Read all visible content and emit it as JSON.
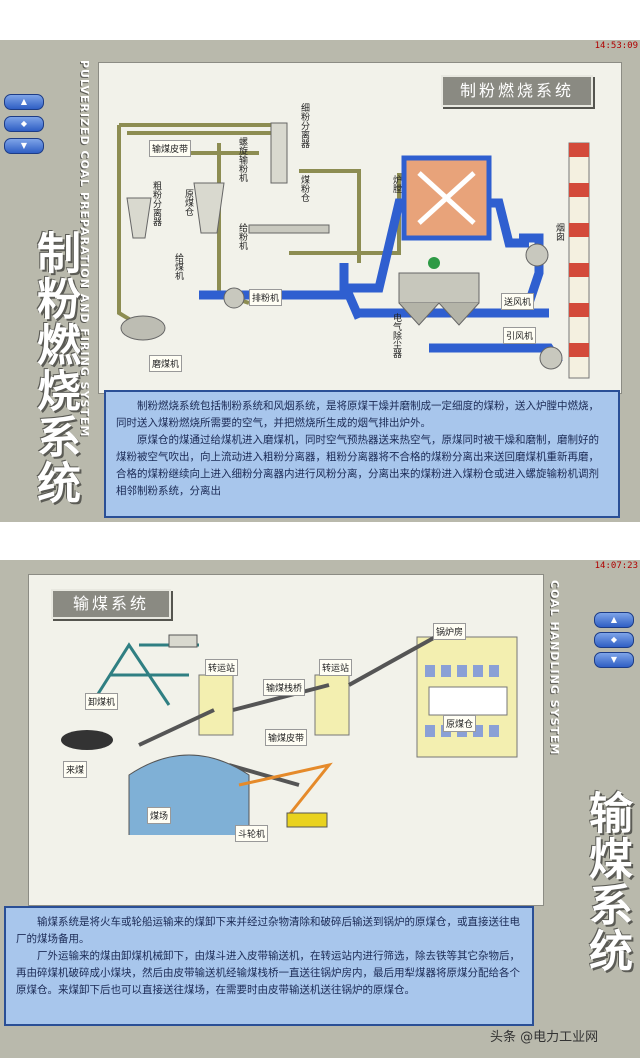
{
  "panel1": {
    "time": "14:53:09",
    "title": "制粉燃烧系统",
    "vertical_title": "制粉燃烧系统",
    "vertical_subtitle": "PULVERIZED COAL PREPARATION AND FIRING SYSTEM",
    "labels": {
      "coal_belt": "输煤皮带",
      "coarse_separator": "粗粉分离器",
      "raw_bunker": "原煤仓",
      "spiral_conveyor": "螺旋输粉机",
      "fine_separator": "细粉分离器",
      "pulverized_bin": "煤粉仓",
      "furnace": "炉膛",
      "feeder": "给煤机",
      "powder_feeder": "给粉机",
      "exhauster": "排粉机",
      "mill": "磨煤机",
      "forced_fan": "送风机",
      "precipitator": "电气除尘器",
      "induced_fan": "引风机",
      "chimney": "烟囱"
    },
    "paragraphs": [
      "制粉燃烧系统包括制粉系统和风烟系统，是将原煤干燥并磨制成一定细度的煤粉，送入炉膛中燃烧，同时送入煤粉燃烧所需要的空气，并把燃烧所生成的烟气排出炉外。",
      "原煤仓的煤通过给煤机进入磨煤机，同时空气预热器送来热空气，原煤同时被干燥和磨制，磨制好的煤粉被空气吹出，向上流动进入粗粉分离器，粗粉分离器将不合格的煤粉分离出来送回磨煤机重新再磨，合格的煤粉继续向上进入细粉分离器内进行风粉分离，分离出来的煤粉进入煤粉仓或进入螺旋输粉机调剂相邻制粉系统，分离出"
    ]
  },
  "panel2": {
    "time": "14:07:23",
    "title": "输煤系统",
    "vertical_title": "输煤系统",
    "vertical_subtitle": "COAL HANDLING SYSTEM",
    "labels": {
      "boiler_house": "锅炉房",
      "transfer1": "转运站",
      "transfer2": "转运站",
      "trestle": "输煤栈桥",
      "unloader": "卸煤机",
      "coal_in": "来煤",
      "belt": "输煤皮带",
      "raw_bunker": "原煤仓",
      "yard": "煤场",
      "bucket_wheel": "斗轮机"
    },
    "paragraphs": [
      "输煤系统是将火车或轮船运输来的煤卸下来并经过杂物清除和破碎后输送到锅炉的原煤仓，或直接送往电厂的煤场备用。",
      "厂外运输来的煤由卸煤机械卸下，由煤斗进入皮带输送机，在转运站内进行筛选，除去铁等其它杂物后，再由碎煤机破碎成小煤块，然后由皮带输送机经输煤栈桥一直送往锅炉房内，最后用犁煤器将原煤分配给各个原煤仓。来煤卸下后也可以直接送往煤场，在需要时由皮带输送机送往锅炉的原煤仓。"
    ]
  },
  "watermark": "头条 @电力工业网",
  "nav": {
    "up": "▲",
    "mid": "◆",
    "down": "▼"
  },
  "colors": {
    "blue_duct": "#2f5fd0",
    "olive_pipe": "#8d8d52",
    "desc_bg": "#a8c6ec"
  }
}
